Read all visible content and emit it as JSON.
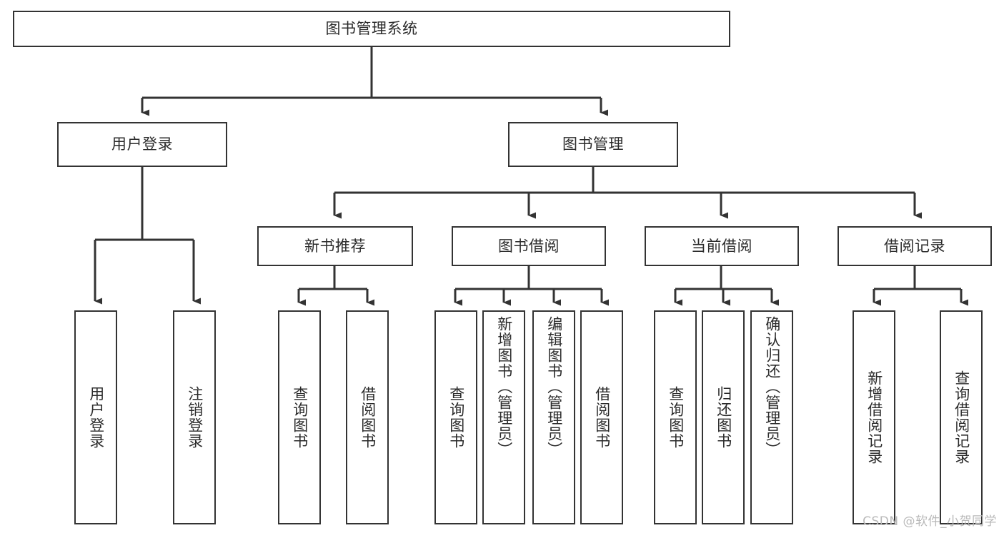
{
  "diagram": {
    "title": "图书管理系统",
    "colors": {
      "border": "#333333",
      "box_fill": "#ffffff",
      "text": "#2b2b2b",
      "edge": "#333333",
      "watermark": "#b9b9b9",
      "background": "#ffffff"
    },
    "root": {
      "label": "图书管理系统"
    },
    "level2": [
      {
        "label": "用户登录"
      },
      {
        "label": "图书管理"
      }
    ],
    "level3": [
      {
        "label": "新书推荐"
      },
      {
        "label": "图书借阅"
      },
      {
        "label": "当前借阅"
      },
      {
        "label": "借阅记录"
      }
    ],
    "leaves": {
      "user_login": [
        {
          "label": "用户登录"
        },
        {
          "label": "注销登录"
        }
      ],
      "new_book": [
        {
          "label": "查询图书"
        },
        {
          "label": "借阅图书"
        }
      ],
      "book_borrow": [
        {
          "label": "查询图书"
        },
        {
          "label": "新增图书（管理员）"
        },
        {
          "label": "编辑图书（管理员）"
        },
        {
          "label": "借阅图书"
        }
      ],
      "current_borrow": [
        {
          "label": "查询图书"
        },
        {
          "label": "归还图书"
        },
        {
          "label": "确认归还（管理员）"
        }
      ],
      "borrow_record": [
        {
          "label": "新增借阅记录"
        },
        {
          "label": "查询借阅记录"
        }
      ]
    },
    "watermark": "CSDN @软件_小贺同学"
  }
}
